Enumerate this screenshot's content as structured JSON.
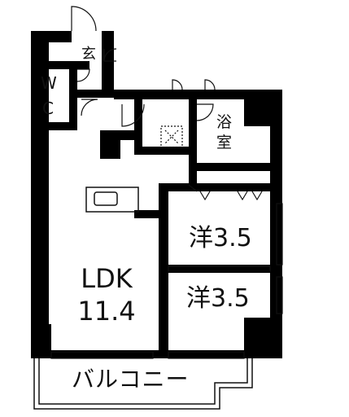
{
  "rooms": {
    "genkan": "玄",
    "wc_line1": "W",
    "wc_line2": "C",
    "bath_line1": "浴",
    "bath_line2": "室",
    "western1": "洋3.5",
    "western2": "洋3.5",
    "ldk": "LDK",
    "ldk_size": "11.4",
    "balcony": "バルコニー"
  },
  "colors": {
    "wall": "#000000",
    "line": "#111111",
    "background": "#ffffff"
  }
}
